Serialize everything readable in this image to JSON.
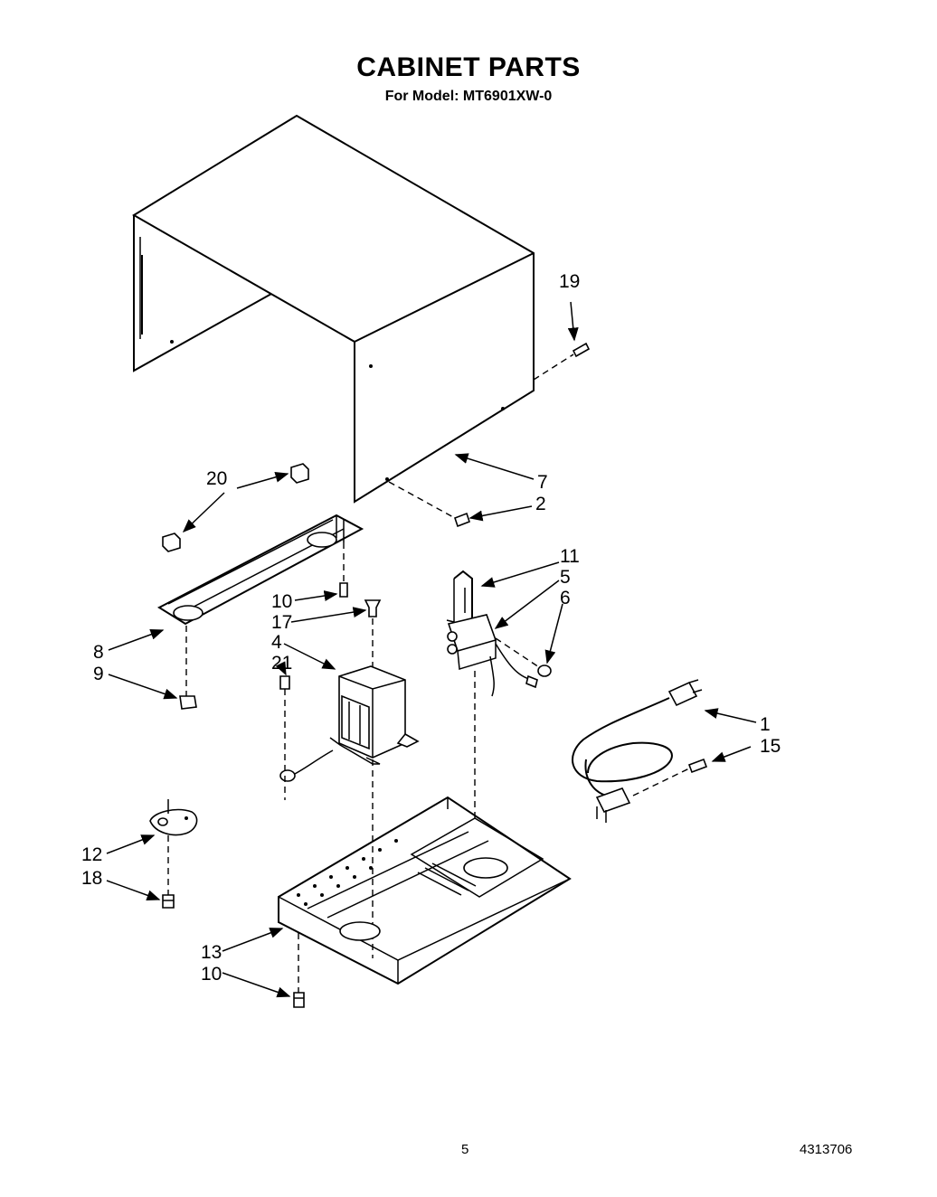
{
  "title": "CABINET PARTS",
  "subtitle": "For Model: MT6901XW-0",
  "footer": {
    "page_number": "5",
    "document_number": "4313706"
  },
  "callouts": {
    "c19": "19",
    "c7": "7",
    "c2": "2",
    "c20": "20",
    "c11": "11",
    "c5": "5",
    "c6": "6",
    "c10a": "10",
    "c17": "17",
    "c4": "4",
    "c21": "21",
    "c8": "8",
    "c9": "9",
    "c1": "1",
    "c15": "15",
    "c12": "12",
    "c18": "18",
    "c13": "13",
    "c10b": "10"
  }
}
